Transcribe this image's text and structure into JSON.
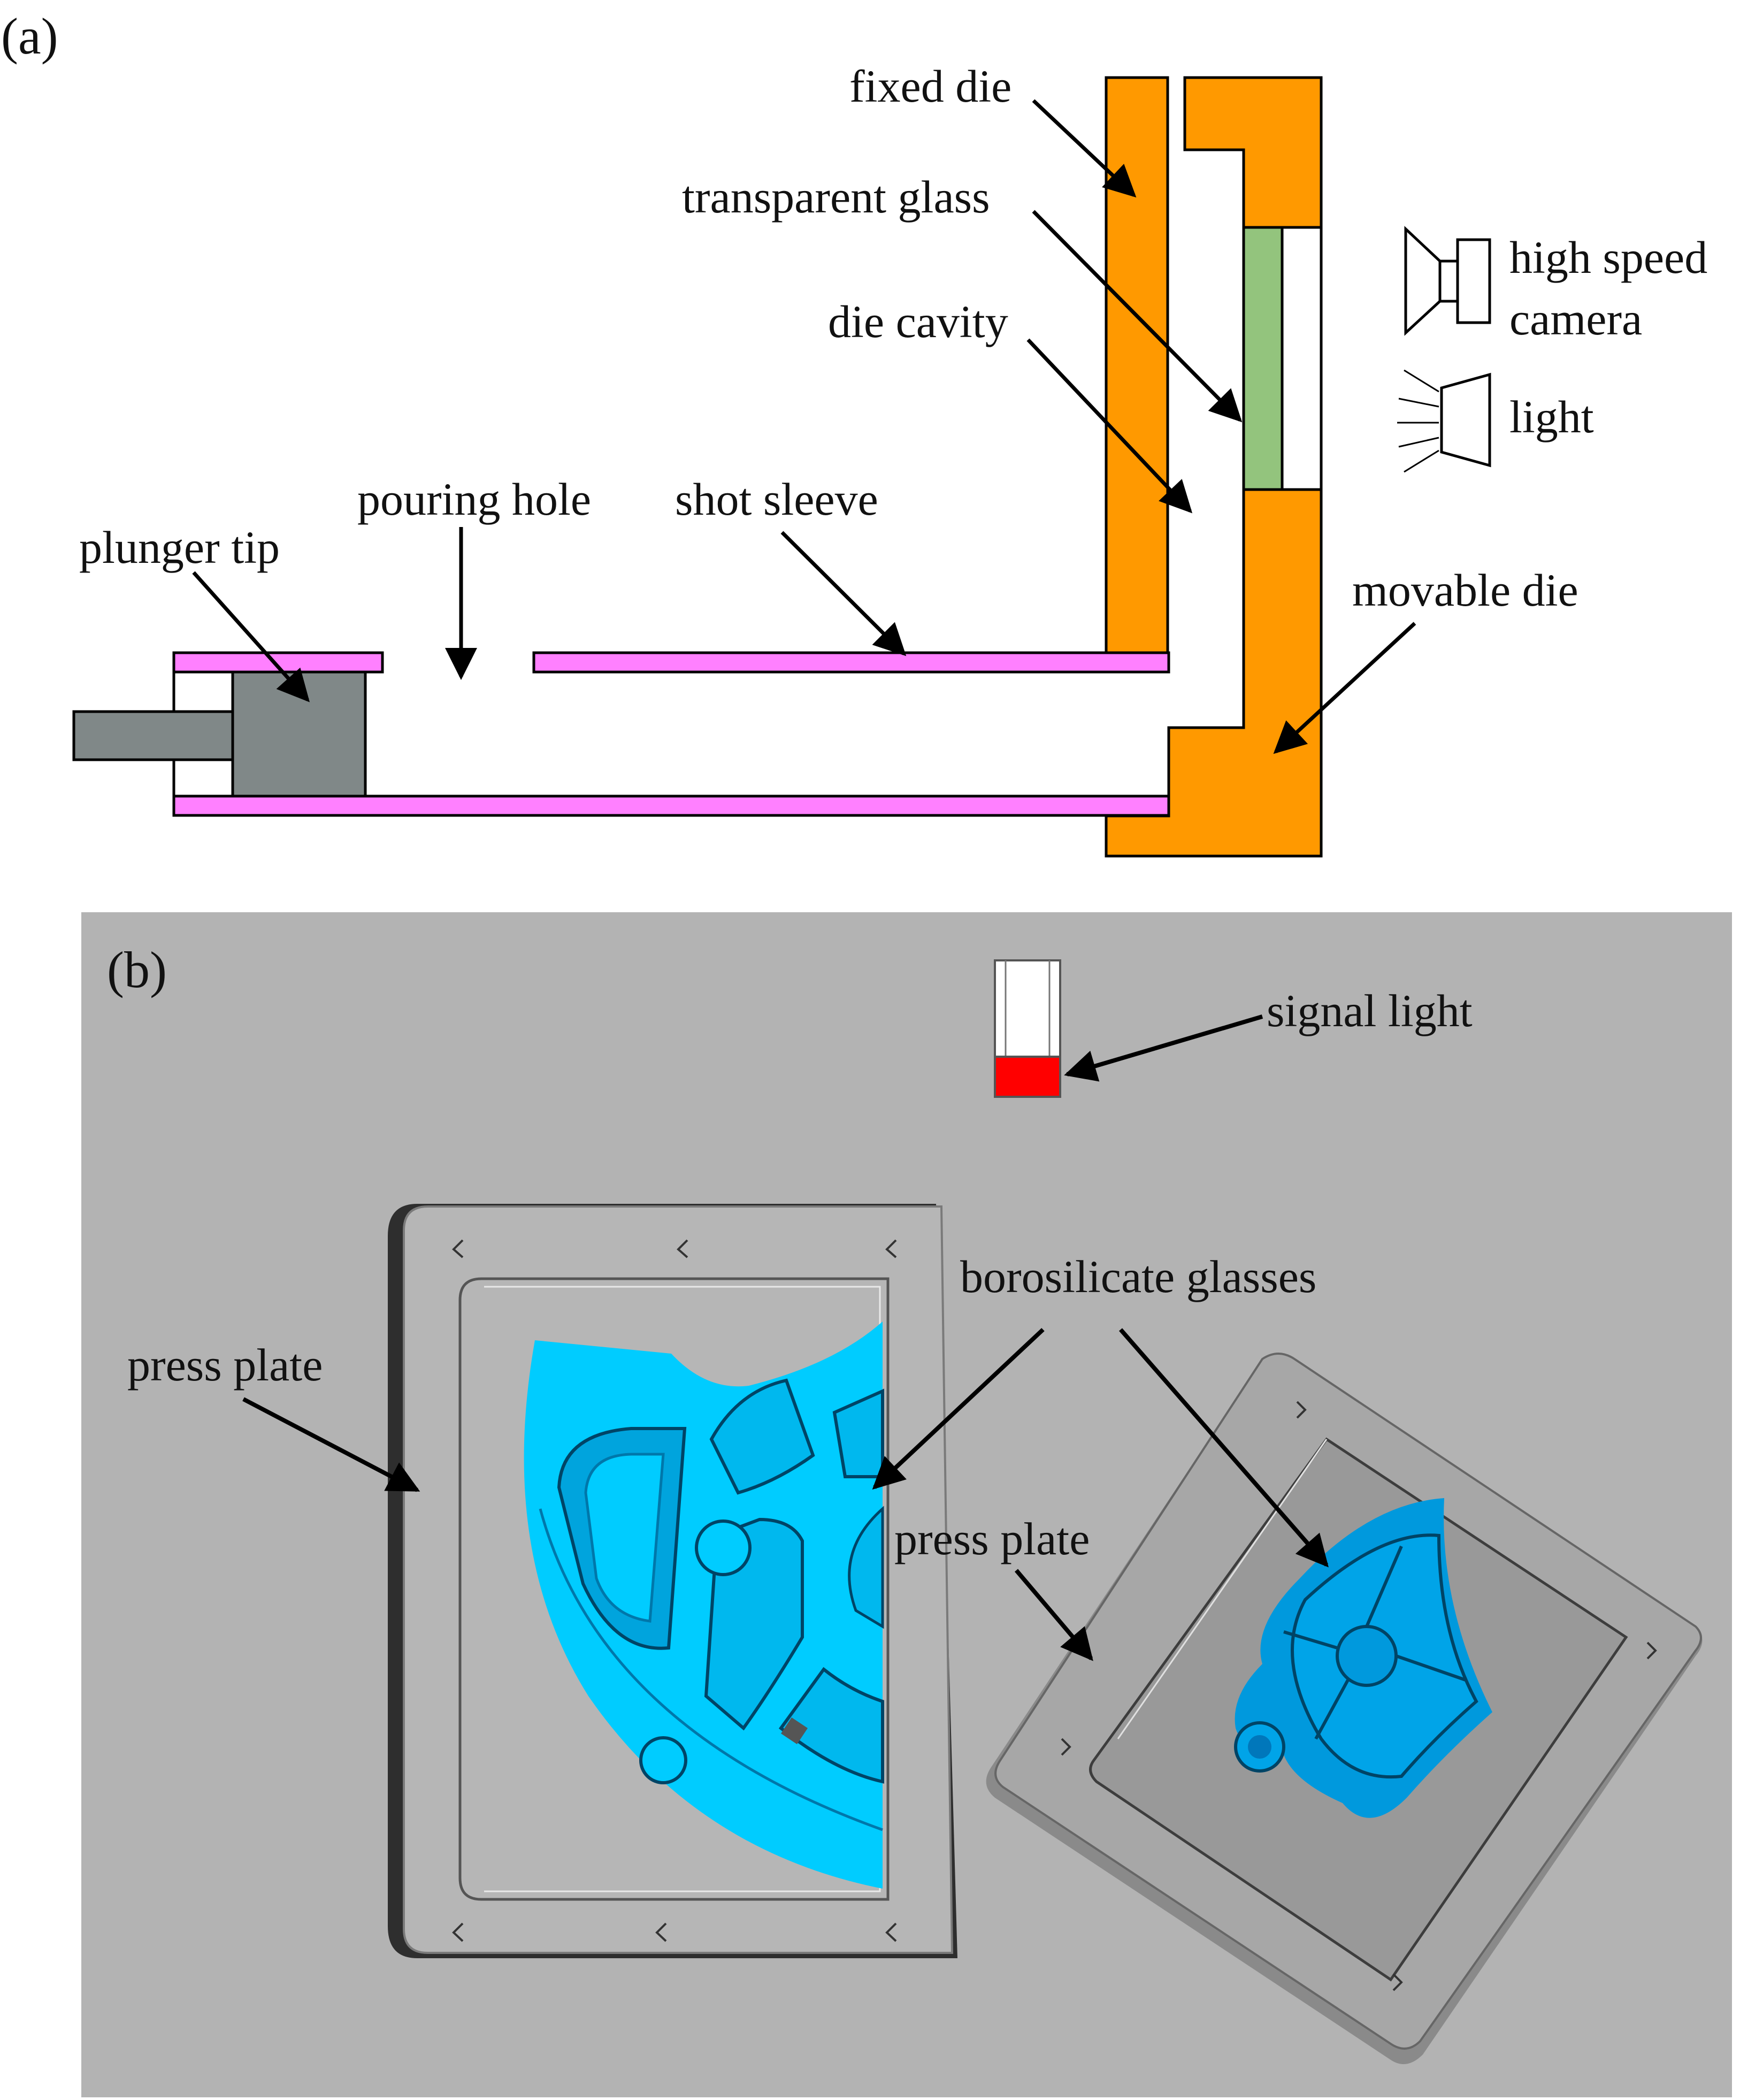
{
  "panel_a": {
    "panel_label": "(a)",
    "labels": {
      "fixed_die": "fixed die",
      "transparent_glass": "transparent glass",
      "die_cavity": "die cavity",
      "high_speed": "high speed",
      "camera": "camera",
      "light": "light",
      "pouring_hole": "pouring hole",
      "shot_sleeve": "shot sleeve",
      "plunger_tip": "plunger tip",
      "movable_die": "movable die"
    }
  },
  "panel_b": {
    "panel_label": "(b)",
    "labels": {
      "signal_light": "signal light",
      "borosilicate_glasses": "borosilicate glasses",
      "press_plate_left": "press plate",
      "press_plate_right": "press plate"
    }
  },
  "colors": {
    "die": "#ff9900",
    "sleeve": "#ff80ff",
    "plunger": "#808888",
    "glass": "#93c47d",
    "background_b": "#b3b3b3",
    "casting_blue": "#00ccff",
    "casting_blue_dark": "#0088cc",
    "signal_red": "#ff0000"
  }
}
